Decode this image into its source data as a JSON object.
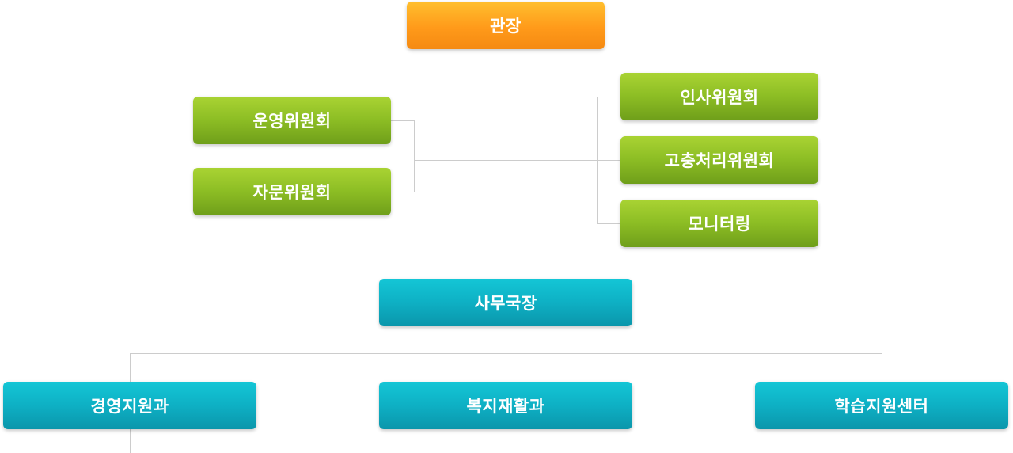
{
  "chart_data": {
    "type": "org-chart",
    "root": {
      "label": "관장",
      "advisory_left": [
        {
          "label": "운영위원회"
        },
        {
          "label": "자문위원회"
        }
      ],
      "advisory_right": [
        {
          "label": "인사위원회"
        },
        {
          "label": "고충처리위원회"
        },
        {
          "label": "모니터링"
        }
      ],
      "child": {
        "label": "사무국장",
        "children": [
          {
            "label": "경영지원과"
          },
          {
            "label": "복지재활과"
          },
          {
            "label": "학습지원센터"
          }
        ]
      }
    }
  },
  "colors": {
    "director": "#ff9a1a",
    "committee": "#8cbd24",
    "office": "#0eb0c4",
    "connector": "#cccccc"
  }
}
